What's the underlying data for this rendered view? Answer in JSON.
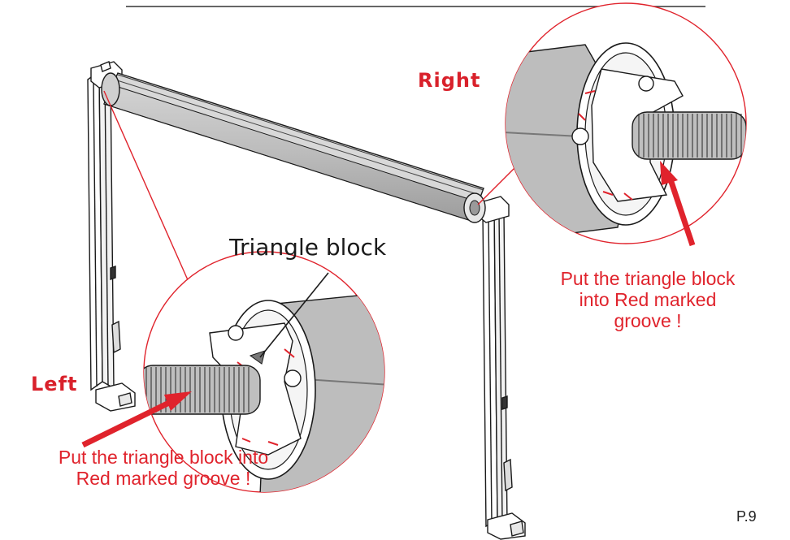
{
  "labels": {
    "right": "Right",
    "left": "Left",
    "part_name": "Triangle block"
  },
  "instructions": {
    "right": [
      "Put the triangle block",
      "into Red marked",
      "groove !"
    ],
    "left": [
      "Put the triangle block into",
      "Red marked groove !"
    ]
  },
  "page_number": "P.9",
  "colors": {
    "accent_red": "#e0232c",
    "tube_gray": "#bdbdbd",
    "line": "#1a1a1a"
  }
}
